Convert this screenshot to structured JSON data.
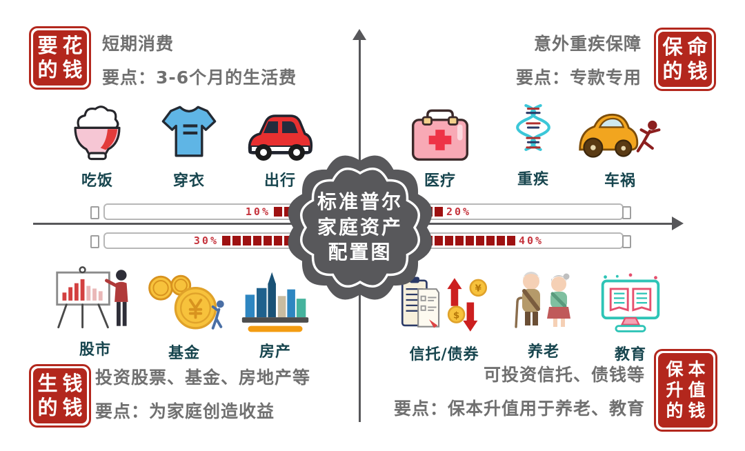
{
  "colors": {
    "seal_red": "#b3271d",
    "segment_red": "#9e1111",
    "percent_red": "#c5333c",
    "axis_gray": "#57575a",
    "medallion_gray": "#58585b",
    "text_gray": "#707070",
    "label_teal": "#17454e"
  },
  "center": {
    "title_lines": [
      "标准普尔",
      "家庭资产",
      "配置图"
    ]
  },
  "quadrants": {
    "top_left": {
      "seal_lines": [
        "要花",
        "的钱"
      ],
      "heading": "短期消费",
      "point": "要点：3-6个月的生活费",
      "percent": "10%",
      "segments": 8,
      "items": [
        {
          "label": "吃饭"
        },
        {
          "label": "穿衣"
        },
        {
          "label": "出行"
        }
      ]
    },
    "top_right": {
      "seal_lines": [
        "保命",
        "的钱"
      ],
      "heading": "意外重疾保障",
      "point": "要点：专款专用",
      "percent": "20%",
      "segments": 7,
      "items": [
        {
          "label": "医疗"
        },
        {
          "label": "重疾"
        },
        {
          "label": "车祸"
        }
      ]
    },
    "bottom_left": {
      "seal_lines": [
        "生钱",
        "的钱"
      ],
      "heading": "投资股票、基金、房地产等",
      "point": "要点：为家庭创造收益",
      "percent": "30%",
      "segments": 13,
      "items": [
        {
          "label": "股市"
        },
        {
          "label": "基金"
        },
        {
          "label": "房产"
        }
      ]
    },
    "bottom_right": {
      "seal_lines": [
        "保本",
        "升值",
        "的钱"
      ],
      "heading": "可投资信托、债钱等",
      "point": "要点：保本升值用于养老、教育",
      "percent": "40%",
      "segments": 14,
      "items": [
        {
          "label": "信托/债券"
        },
        {
          "label": "养老"
        },
        {
          "label": "教育"
        }
      ]
    }
  }
}
